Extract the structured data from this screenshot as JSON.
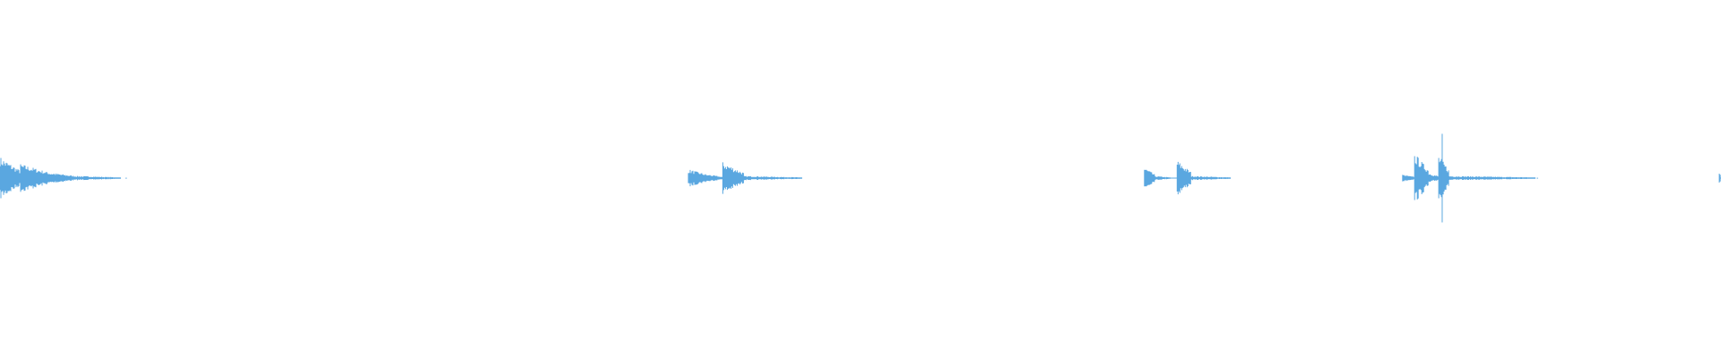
{
  "waveform": {
    "color": "#5aa7e0",
    "background": "#ffffff",
    "clips": [
      {
        "segments": [
          {
            "start": 0.0,
            "end": 0.012,
            "amp": 0.12
          },
          {
            "start": 0.012,
            "end": 0.03,
            "amp": 0.08
          },
          {
            "start": 0.03,
            "end": 0.045,
            "amp": 0.03
          },
          {
            "start": 0.045,
            "end": 0.07,
            "amp": 0.012
          }
        ],
        "dots": [
          0.062,
          0.066,
          0.073
        ]
      },
      {
        "segments": [
          {
            "start": 0.4,
            "end": 0.412,
            "amp": 0.05
          },
          {
            "start": 0.412,
            "end": 0.42,
            "amp": 0.02
          },
          {
            "start": 0.42,
            "end": 0.432,
            "amp": 0.09
          },
          {
            "start": 0.432,
            "end": 0.466,
            "amp": 0.012
          }
        ],
        "dots": [
          0.459,
          0.464
        ]
      },
      {
        "segments": [
          {
            "start": 0.665,
            "end": 0.671,
            "amp": 0.06
          },
          {
            "start": 0.671,
            "end": 0.68,
            "amp": 0.012
          },
          {
            "start": 0.684,
            "end": 0.692,
            "amp": 0.1
          },
          {
            "start": 0.692,
            "end": 0.715,
            "amp": 0.012
          }
        ],
        "dots": [
          0.678,
          0.712
        ]
      },
      {
        "segments": [
          {
            "start": 0.815,
            "end": 0.822,
            "amp": 0.02
          },
          {
            "start": 0.822,
            "end": 0.83,
            "amp": 0.14
          },
          {
            "start": 0.83,
            "end": 0.836,
            "amp": 0.03
          },
          {
            "start": 0.836,
            "end": 0.842,
            "amp": 0.13
          },
          {
            "start": 0.842,
            "end": 0.892,
            "amp": 0.012
          }
        ],
        "spikes": [
          {
            "at": 0.838,
            "amp": 0.55
          }
        ],
        "dots": [
          0.893
        ]
      },
      {
        "segments": [
          {
            "start": 0.999,
            "end": 1.0,
            "amp": 0.03
          }
        ],
        "dots": []
      }
    ]
  }
}
